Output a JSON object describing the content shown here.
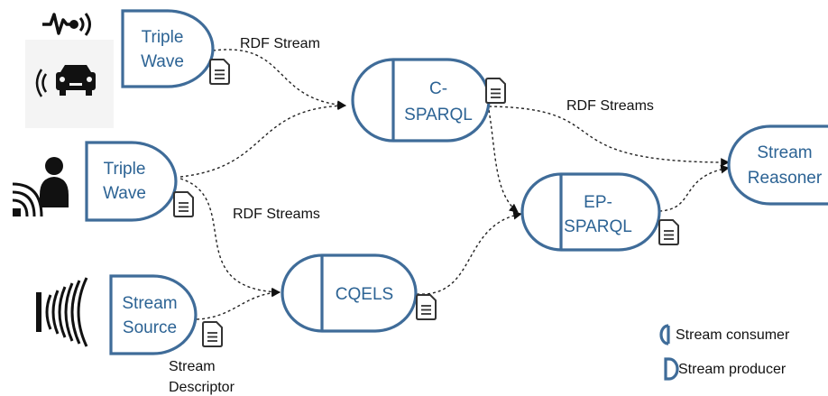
{
  "nodes": {
    "triple_wave_1": [
      "Triple",
      "Wave"
    ],
    "triple_wave_2": [
      "Triple",
      "Wave"
    ],
    "stream_source": [
      "Stream",
      "Source"
    ],
    "c_sparql": [
      "C-",
      "SPARQL"
    ],
    "cqels": [
      "CQELS"
    ],
    "ep_sparql": [
      "EP-",
      "SPARQL"
    ],
    "stream_reasoner": [
      "Stream",
      "Reasoner"
    ]
  },
  "edge_labels": {
    "rdf_stream": "RDF Stream",
    "rdf_streams_top": "RDF Streams",
    "rdf_streams_mid": "RDF Streams"
  },
  "descriptor_label": [
    "Stream",
    "Descriptor"
  ],
  "legend": {
    "consumer": "Stream consumer",
    "producer": "Stream producer"
  },
  "colors": {
    "shape_stroke": "#3f6c99",
    "node_text": "#2c6394",
    "edge": "#222222"
  },
  "icons": [
    "heartbeat-sensor-icon",
    "car-signal-icon",
    "person-signal-icon",
    "sound-wave-icon",
    "document-icon"
  ]
}
